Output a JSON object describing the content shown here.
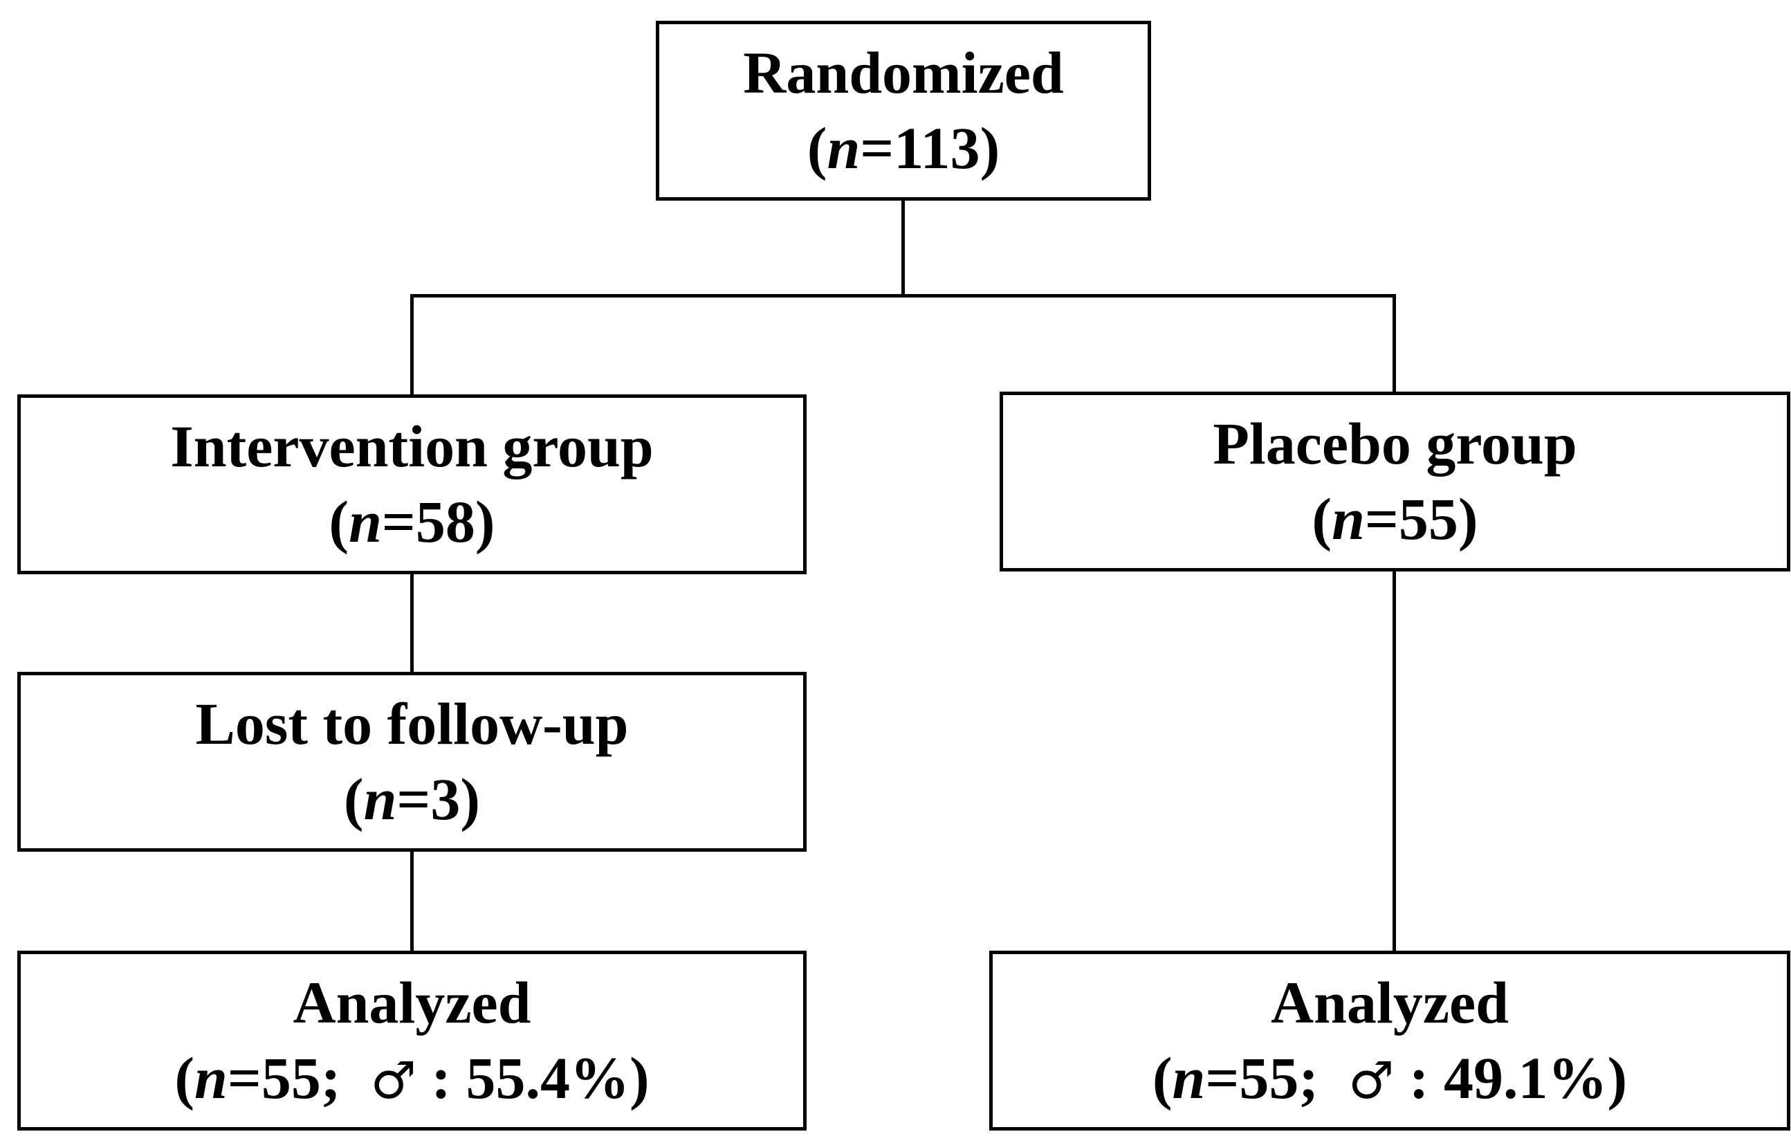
{
  "randomized": {
    "title": "Randomized",
    "n": "113"
  },
  "intervention": {
    "title": "Intervention group",
    "n": "58"
  },
  "placebo": {
    "title": "Placebo group",
    "n": "55"
  },
  "lost": {
    "title": "Lost to follow-up",
    "n": "3"
  },
  "analyzed_intervention": {
    "title": "Analyzed",
    "n": "55",
    "symbol": "♂",
    "percent": "55.4%"
  },
  "analyzed_placebo": {
    "title": "Analyzed",
    "n": "55",
    "symbol": "♂",
    "percent": "49.1%"
  },
  "labels": {
    "n_var": "n",
    "open": "(",
    "eq": "=",
    "close": ")",
    "sep": "; ",
    "colon": ": "
  }
}
